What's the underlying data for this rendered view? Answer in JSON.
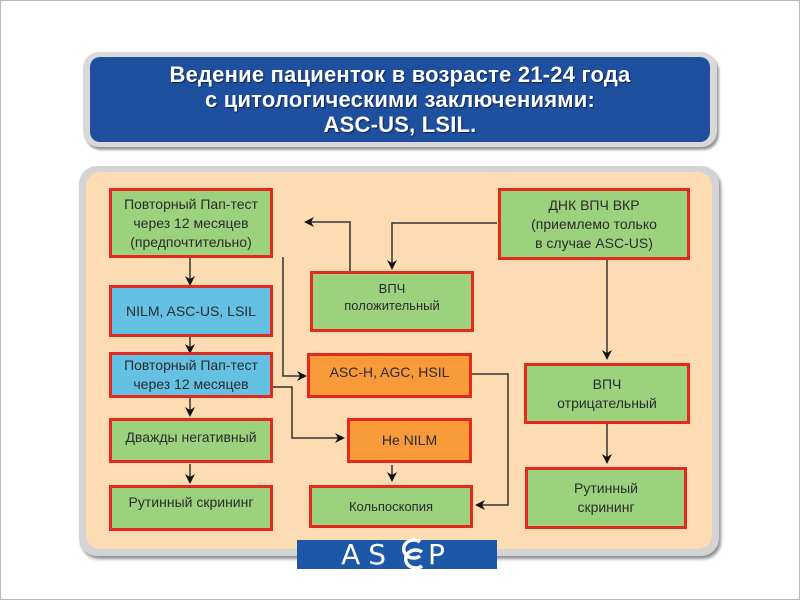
{
  "title": {
    "line1": "Ведение пациенток в возрасте 21-24 года",
    "line2": "с цитологическими заключениями:",
    "line3": "ASC-US, LSIL."
  },
  "boxes": {
    "repeat_pap_preferred": [
      "Повторный Пап-тест",
      "через 12 месяцев",
      "(предпочтительно)"
    ],
    "hpv_dna": [
      "ДНК ВПЧ ВКР",
      "(приемлемо только",
      "в случае ASC-US)"
    ],
    "hpv_positive": [
      "ВПЧ",
      "положительный"
    ],
    "nilm_ascus_lsil": [
      "NILM, ASC-US, LSIL"
    ],
    "repeat_pap": [
      "Повторный Пап-тест",
      "через 12 месяцев"
    ],
    "asch_agc_hsil": [
      "ASC-H, AGC, HSIL"
    ],
    "hpv_negative": [
      "ВПЧ",
      "отрицательный"
    ],
    "twice_negative": [
      "Дважды негативный"
    ],
    "not_nilm": [
      "Не NILM"
    ],
    "routine_screening_left": [
      "Рутинный скрининг"
    ],
    "colposcopy": [
      "Кольпоскопия"
    ],
    "routine_screening_right": [
      "Рутинный",
      "скрининг"
    ]
  },
  "colors": {
    "title_bg": "#1f4f9f",
    "panel_bg": "#fddcb3",
    "box_border": "#e32a1d",
    "green": "#9cd27e",
    "blue": "#64c1e3",
    "orange": "#f99a3a",
    "logo_bg": "#1c57a8"
  },
  "logo": {
    "left": "AS",
    "right": "P",
    "emblem": "CC"
  }
}
